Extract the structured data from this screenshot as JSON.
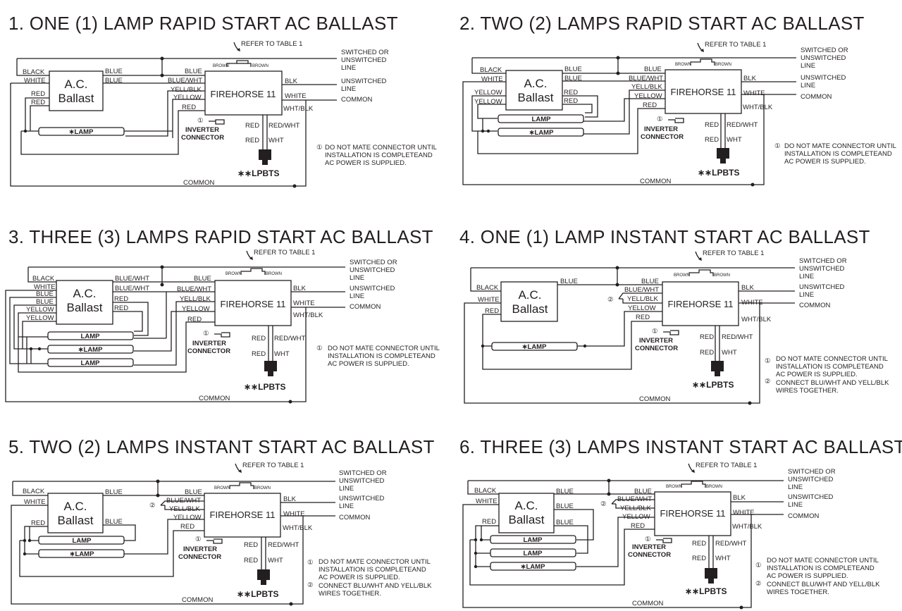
{
  "common": {
    "refer": "REFER TO TABLE 1",
    "firehorse": "FIREHORSE 11",
    "ballast_a": "A.C.",
    "ballast_b": "Ballast",
    "lamp": "LAMP",
    "star_lamp": "∗LAMP",
    "lpbts": "∗∗LPBTS",
    "inverter": "INVERTER",
    "connector": "CONNECTOR",
    "brown": "BROWN",
    "switched": [
      "SWITCHED OR",
      "UNSWITCHED",
      "LINE"
    ],
    "unswitched": [
      "UNSWITCHED",
      "LINE"
    ],
    "common_word": "COMMON",
    "blk": "BLK",
    "white": "WHITE",
    "wht_blk": "WHT/BLK",
    "red": "RED",
    "red_wht": "RED/WHT",
    "wht": "WHT",
    "blue": "BLUE",
    "blue_wht": "BLUE/WHT",
    "yell_blk": "YELL/BLK",
    "yellow": "YELLOW",
    "black": "BLACK",
    "circ1": "①",
    "circ2": "②",
    "note1": [
      "DO NOT MATE CONNECTOR UNTIL",
      "INSTALLATION IS COMPLETEAND",
      "AC POWER IS SUPPLIED."
    ],
    "note2": [
      "CONNECT BLU/WHT AND YELL/BLK",
      "WIRES TOGETHER."
    ],
    "note2b": [
      "CONNECT BLU/WHT AND  YELL/BLK",
      "WIRES TOGETHER."
    ]
  },
  "diagrams": [
    {
      "title": "1. ONE (1) LAMP RAPID START AC BALLAST"
    },
    {
      "title": "2. TWO (2) LAMPS RAPID START AC BALLAST"
    },
    {
      "title": "3. THREE (3) LAMPS RAPID START AC BALLAST"
    },
    {
      "title": "4. ONE (1) LAMP INSTANT START AC BALLAST"
    },
    {
      "title": "5. TWO (2) LAMPS INSTANT START AC BALLAST"
    },
    {
      "title": "6. THREE (3) LAMPS INSTANT START AC BALLAST"
    }
  ]
}
